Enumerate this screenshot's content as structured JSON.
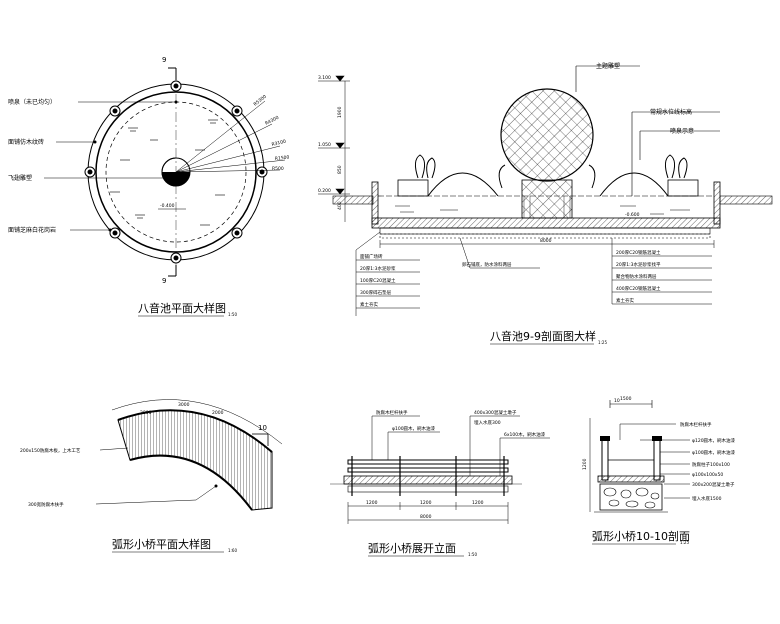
{
  "drawing_1": {
    "title": "八音池平面大样图",
    "scale": "1:50",
    "section_mark_top": "9",
    "section_mark_bottom": "9",
    "level": "-0.400",
    "labels": [
      "喷泉（未已均匀）",
      "面铺仿木纹砖",
      "飞翅雕塑",
      "面铺芝麻白花岗岩"
    ],
    "right_dims": [
      "R5300",
      "R4300",
      "R3100",
      "R1500",
      "R500"
    ]
  },
  "drawing_2": {
    "title": "八音池9-9剖面图大样",
    "scale": "1:25",
    "levels": [
      "3.100",
      "1.050",
      "0.200",
      "-0.600"
    ],
    "dims_left": [
      "1900",
      "850",
      "400"
    ],
    "dim_bottom": "8000",
    "sculpture_label": "主题雕塑",
    "water_label": "常规水位线标高",
    "fountain_label": "喷泉示意",
    "layers_left": [
      "面铺广场砖",
      "20厚1:3水泥砂浆",
      "100厚C20混凝土",
      "300厚碎石垫层",
      "素土夯实"
    ],
    "middle_note": "卵石铺底，防水涂料两层",
    "layers_right": [
      "200厚C20钢筋混凝土",
      "20厚1:3水泥砂浆找平",
      "聚合物防水涂料两层",
      "400厚C20钢筋混凝土",
      "素土夯实"
    ]
  },
  "drawing_3": {
    "title": "弧形小桥平面大样图",
    "scale": "1:60",
    "label_top": "200x150防腐木板，上木工艺",
    "label_bottom": "300宽防腐木扶手",
    "arc_labels": [
      "2800",
      "3000",
      "2000",
      "10"
    ]
  },
  "drawing_4": {
    "title": "弧形小桥展开立面",
    "scale": "1:50",
    "labels": [
      "防腐木栏杆扶手",
      "φ100圆木，刷木油漆",
      "400x300混凝土墩子",
      "6x100木，刷木油漆",
      "埋入水底300"
    ],
    "dims": [
      "1200",
      "1200",
      "1200",
      "8000"
    ]
  },
  "drawing_5": {
    "title": "弧形小桥10-10剖面",
    "scale": "1:25",
    "section_mark": "10",
    "labels": [
      "防腐木栏杆扶手",
      "φ120圆木，刷木油漆",
      "φ100圆木，刷木油漆",
      "防腐柱子100x100",
      "φ100x100x50",
      "300x200混凝土墩子",
      "埋入水底1500"
    ],
    "dims": [
      "1500",
      "1200"
    ]
  }
}
